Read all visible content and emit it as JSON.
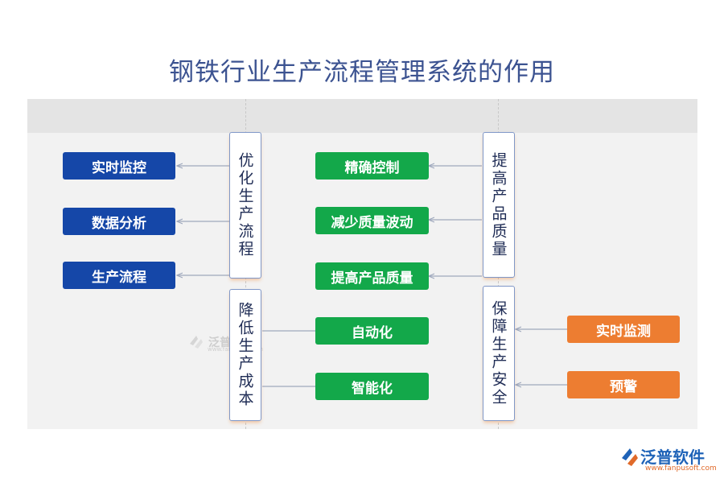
{
  "title": "钢铁行业生产流程管理系统的作用",
  "categories": {
    "optimize": "优化生产流程",
    "reduce_cost": "降低生产成本",
    "quality": "提高产品质量",
    "safety": "保障生产安全"
  },
  "left_items": [
    "实时监控",
    "数据分析",
    "生产流程"
  ],
  "middle_top_items": [
    "精确控制",
    "减少质量波动",
    "提高产品质量"
  ],
  "middle_bottom_items": [
    "自动化",
    "智能化"
  ],
  "right_items": [
    "实时监测",
    "预警"
  ],
  "watermark": {
    "name": "泛普软件",
    "sub": "www.fanpusoft.com"
  },
  "logo": {
    "name": "泛普软件",
    "url": "www.fanpusoft.com"
  },
  "colors": {
    "blue": "#1547a8",
    "green": "#13a84a",
    "orange": "#ed7d31",
    "title": "#3c5391"
  }
}
